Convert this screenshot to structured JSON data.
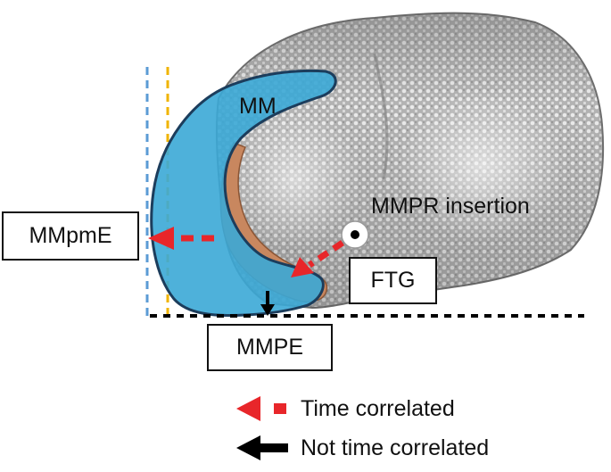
{
  "labels": {
    "mm": "MM",
    "mmpr_insertion": "MMPR insertion",
    "mmpme": "MMpmE",
    "ftg": "FTG",
    "mmpe": "MMPE"
  },
  "legend": {
    "time_correlated": "Time correlated",
    "not_time_correlated": "Not time correlated"
  },
  "colors": {
    "meniscus_fill": "#3ba8d6",
    "meniscus_edge": "#1c3d5c",
    "ftg_fill": "#c8875f",
    "time_correlated_arrow": "#e8262a",
    "not_time_correlated_arrow": "#000000",
    "blue_reference_line": "#5b9bd5",
    "yellow_reference_line": "#f0b400",
    "baseline": "#000000"
  },
  "icons": [
    "time-correlated-arrow-icon",
    "not-time-correlated-arrow-icon",
    "mmpr-insertion-marker-icon"
  ]
}
